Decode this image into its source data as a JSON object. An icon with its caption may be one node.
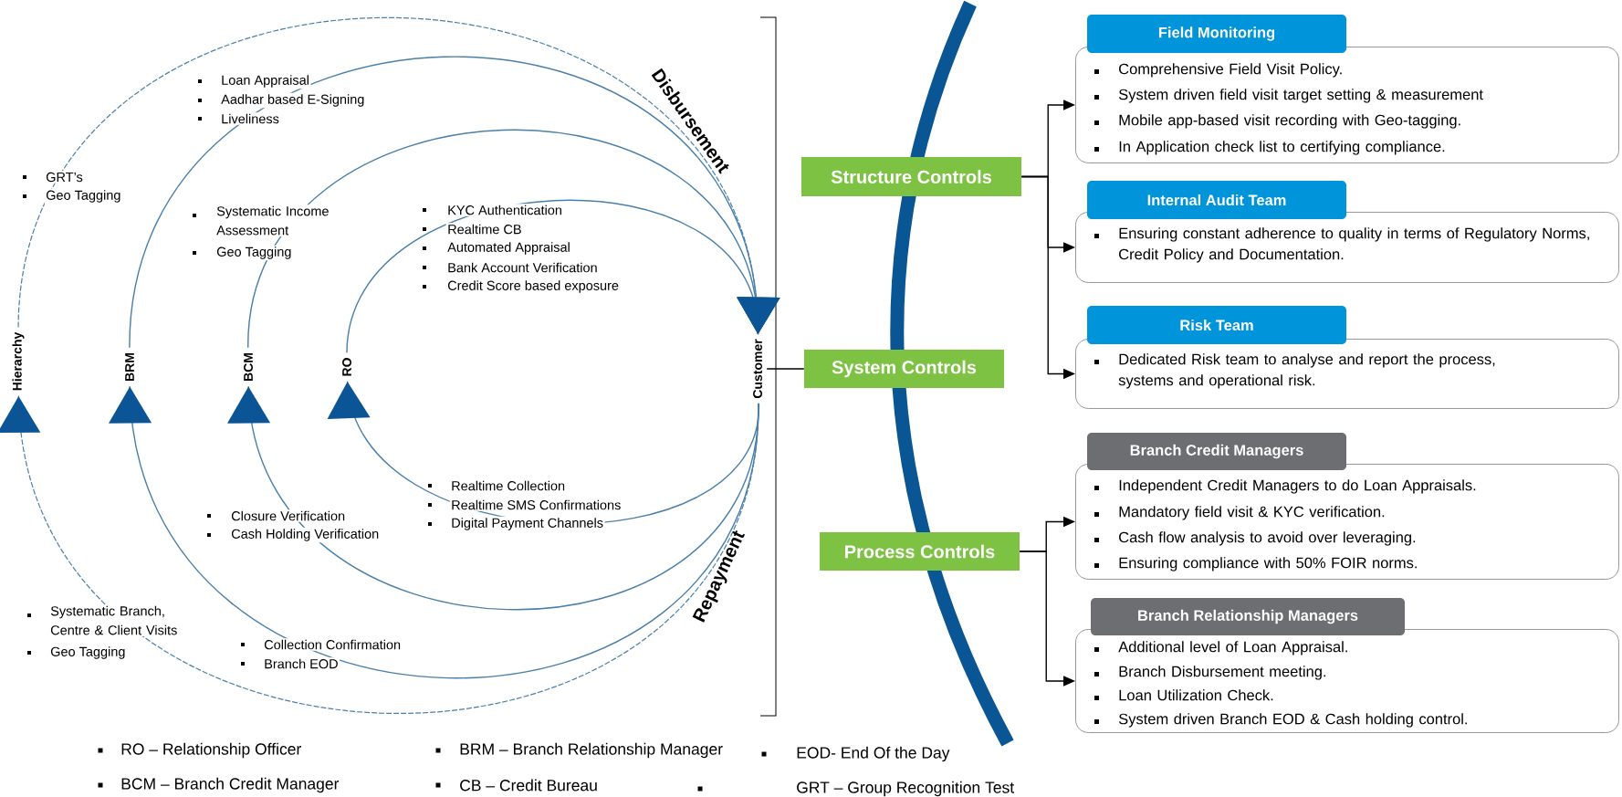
{
  "diagram": {
    "nodes": [
      {
        "text": [
          "Hierarchy"
        ]
      },
      {
        "text": [
          "BRM"
        ]
      },
      {
        "text": [
          "BCM"
        ]
      },
      {
        "text": [
          "RO"
        ]
      },
      {
        "text": [
          "Customer"
        ]
      },
      {
        "text": [
          "Structure Controls"
        ]
      },
      {
        "text": [
          "System Controls"
        ]
      },
      {
        "text": [
          "Process Controls"
        ]
      },
      {
        "text": [
          "Field Monitoring",
          "Comprehensive Field Visit Policy.",
          "System driven field visit target setting & measurement",
          "Mobile app-based visit recording with Geo-tagging.",
          "In Application check list to certifying compliance."
        ]
      },
      {
        "text": [
          "Internal Audit Team",
          "Ensuring constant adherence to quality in terms of Regulatory Norms, Credit Policy and Documentation."
        ]
      },
      {
        "text": [
          "Risk Team",
          "Dedicated Risk team to analyse and report the process, systems and operational risk."
        ]
      },
      {
        "text": [
          "Branch Credit Managers",
          "Independent Credit Managers to do Loan Appraisals.",
          "Mandatory field visit & KYC verification.",
          "Cash flow analysis to avoid over leveraging.",
          "Ensuring compliance with 50% FOIR norms."
        ]
      },
      {
        "text": [
          "Branch Relationship Managers",
          "Additional level of Loan Appraisal.",
          "Branch Disbursement meeting.",
          "Loan Utilization Check.",
          "System driven Branch EOD & Cash holding control."
        ]
      }
    ],
    "edges": [
      {
        "from": 0,
        "to": 4,
        "arrow": "to",
        "style": "dashed"
      },
      {
        "from": 1,
        "to": 4,
        "arrow": "to"
      },
      {
        "from": 2,
        "to": 4,
        "arrow": "to"
      },
      {
        "from": 3,
        "to": 4,
        "arrow": "to"
      },
      {
        "from": 4,
        "to": 0,
        "arrow": "to",
        "style": "dashed"
      },
      {
        "from": 4,
        "to": 1,
        "arrow": "to"
      },
      {
        "from": 4,
        "to": 2,
        "arrow": "to"
      },
      {
        "from": 4,
        "to": 3,
        "arrow": "to"
      },
      {
        "from": 4,
        "to": 6,
        "arrow": "none",
        "color": "#000000"
      },
      {
        "from": 5,
        "to": 8,
        "arrow": "to",
        "color": "#000000"
      },
      {
        "from": 5,
        "to": 9,
        "arrow": "to",
        "color": "#000000"
      },
      {
        "from": 5,
        "to": 10,
        "arrow": "to",
        "color": "#000000"
      },
      {
        "from": 7,
        "to": 11,
        "arrow": "to",
        "color": "#000000"
      },
      {
        "from": 7,
        "to": 12,
        "arrow": "to",
        "color": "#000000"
      }
    ],
    "labels": [
      "Loan Appraisal",
      "Aadhar based E-Signing",
      "Liveliness",
      "Disbursement",
      "GRT’s",
      "Geo Tagging",
      "Systematic Income Assessment",
      "Geo Tagging",
      "KYC Authentication",
      "Realtime CB",
      "Automated Appraisal",
      "Bank Account Verification",
      "Credit Score based exposure",
      "Realtime Collection",
      "Realtime SMS Confirmations",
      "Digital Payment Channels",
      "Closure Verification",
      "Cash Holding Verification",
      "Repayment",
      "Systematic Branch, Centre & Client Visits",
      "Geo Tagging",
      "Collection Confirmation",
      "Branch EOD",
      "RO – Relationship Officer",
      "BRM – Branch Relationship Manager",
      "EOD- End Of the Day",
      "BCM – Branch Credit Manager",
      "CB – Credit Bureau",
      "GRT – Group Recognition Test"
    ]
  }
}
